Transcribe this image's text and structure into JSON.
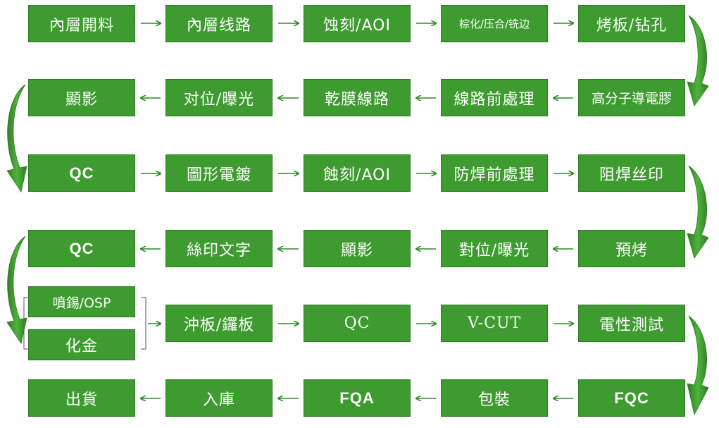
{
  "rows": [
    {
      "steps": [
        "內層開料",
        "內層线路",
        "蚀刻/AOI",
        "棕化/压合/铣边",
        "烤板/钻孔"
      ]
    },
    {
      "steps": [
        "高分子導電膠",
        "線路前處理",
        "乾膜線路",
        "对位/曝光",
        "顯影"
      ]
    },
    {
      "steps": [
        "QC",
        "圖形電鍍",
        "蝕刻/AOI",
        "防焊前處理",
        "阻焊丝印"
      ]
    },
    {
      "steps": [
        "預烤",
        "對位/曝光",
        "顯影",
        "絲印文字",
        "QC"
      ]
    },
    {
      "steps": [
        "噴錫/OSP",
        "化金",
        "沖板/鑼板",
        "QC",
        "V-CUT",
        "電性測試"
      ]
    },
    {
      "steps": [
        "FQC",
        "包裝",
        "FQA",
        "入庫",
        "出貨"
      ]
    }
  ],
  "colors": {
    "box": "#3e9b2f",
    "arrow": "#2f8a26",
    "curve": "#3a9a2c",
    "bracket": "#555555"
  }
}
